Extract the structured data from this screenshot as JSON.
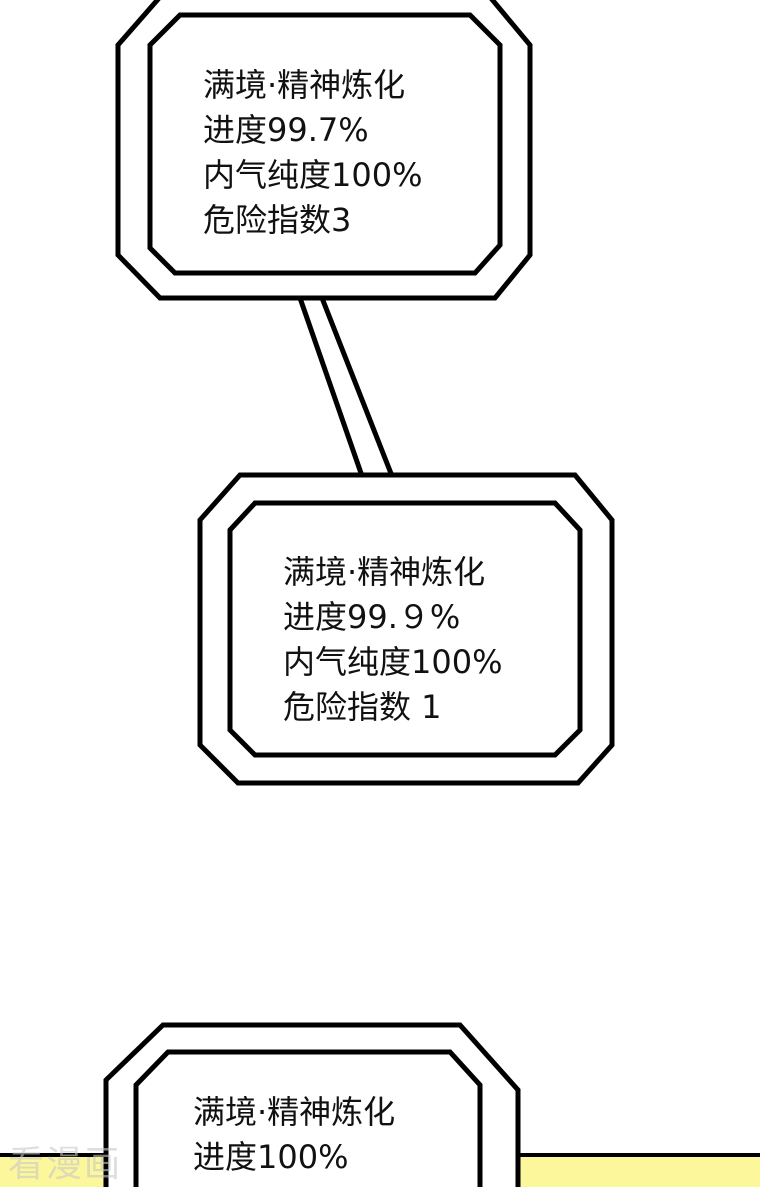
{
  "colors": {
    "line": "#000000",
    "panel_bg": "#ffffff",
    "band": "#fdf79c"
  },
  "boxes": [
    {
      "lines": [
        "满境·精神炼化",
        "进度99.7%",
        "内气纯度100%",
        "危险指数3"
      ]
    },
    {
      "lines": [
        "满境·精神炼化",
        "进度99.９%",
        "内气纯度100%",
        "危险指数 1"
      ]
    },
    {
      "lines": [
        "满境·精神炼化",
        "进度100%"
      ]
    }
  ],
  "watermark": "看漫画"
}
